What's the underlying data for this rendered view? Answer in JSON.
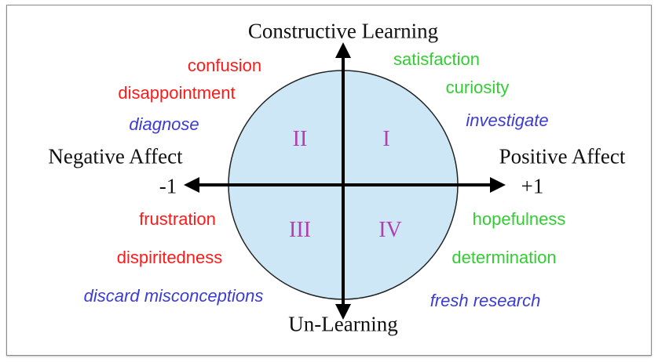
{
  "axes": {
    "top": "Constructive Learning",
    "bottom": "Un-Learning",
    "left": "Negative Affect",
    "right": "Positive Affect",
    "left_value": "-1",
    "right_value": "+1"
  },
  "quadrants": {
    "i": "I",
    "ii": "II",
    "iii": "III",
    "iv": "IV"
  },
  "upper_left": {
    "emotions": [
      "confusion",
      "disappointment"
    ],
    "action": "diagnose"
  },
  "upper_right": {
    "emotions": [
      "satisfaction",
      "curiosity"
    ],
    "action": "investigate"
  },
  "lower_left": {
    "emotions": [
      "frustration",
      "dispiritedness"
    ],
    "action": "discard misconceptions"
  },
  "lower_right": {
    "emotions": [
      "hopefulness",
      "determination"
    ],
    "action": "fresh research"
  },
  "colors": {
    "negative": "#ff1a1a",
    "positive": "#33cc33",
    "action": "#3b3bd6",
    "quadrant": "#b13fb1",
    "circle_fill": "#cde7f6"
  }
}
